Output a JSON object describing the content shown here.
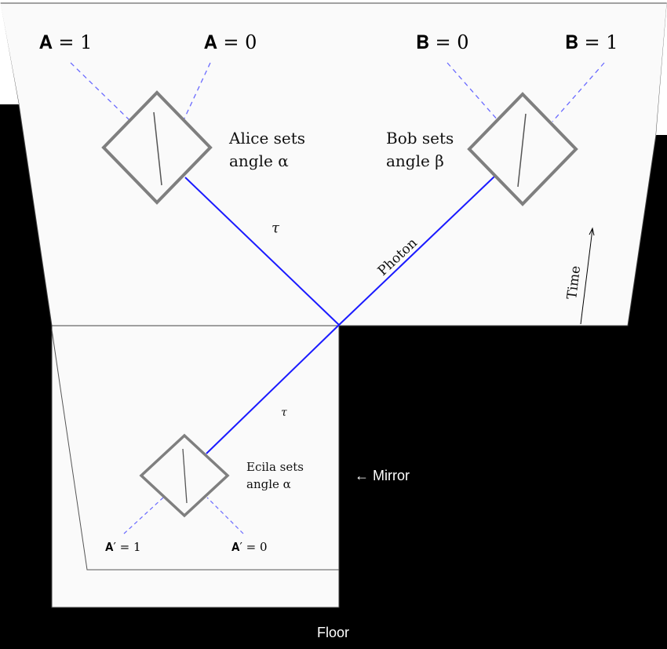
{
  "upper_panel": {
    "a_one": "𝐀 = 1",
    "a_zero": "𝐀 = 0",
    "b_zero": "𝐁 = 0",
    "b_one": "𝐁 = 1",
    "alice_line1": "Alice sets",
    "alice_line2": "angle α",
    "bob_line1": "Bob sets",
    "bob_line2": "angle β",
    "tau": "τ",
    "photon": "Photon",
    "time": "Time"
  },
  "lower_panel": {
    "tau": "τ",
    "ecila_line1": "Ecila sets",
    "ecila_line2": "angle α",
    "ap_one": "𝐀′ = 1",
    "ap_zero": "𝐀′ = 0"
  },
  "mirror_label": "← Mirror",
  "floor_label": "Floor",
  "colors": {
    "background": "#000000",
    "panel": "#fafafa",
    "photon_path": "#1a1aff",
    "detector_line": "#6a6aff",
    "device": "#7f7f7f"
  }
}
